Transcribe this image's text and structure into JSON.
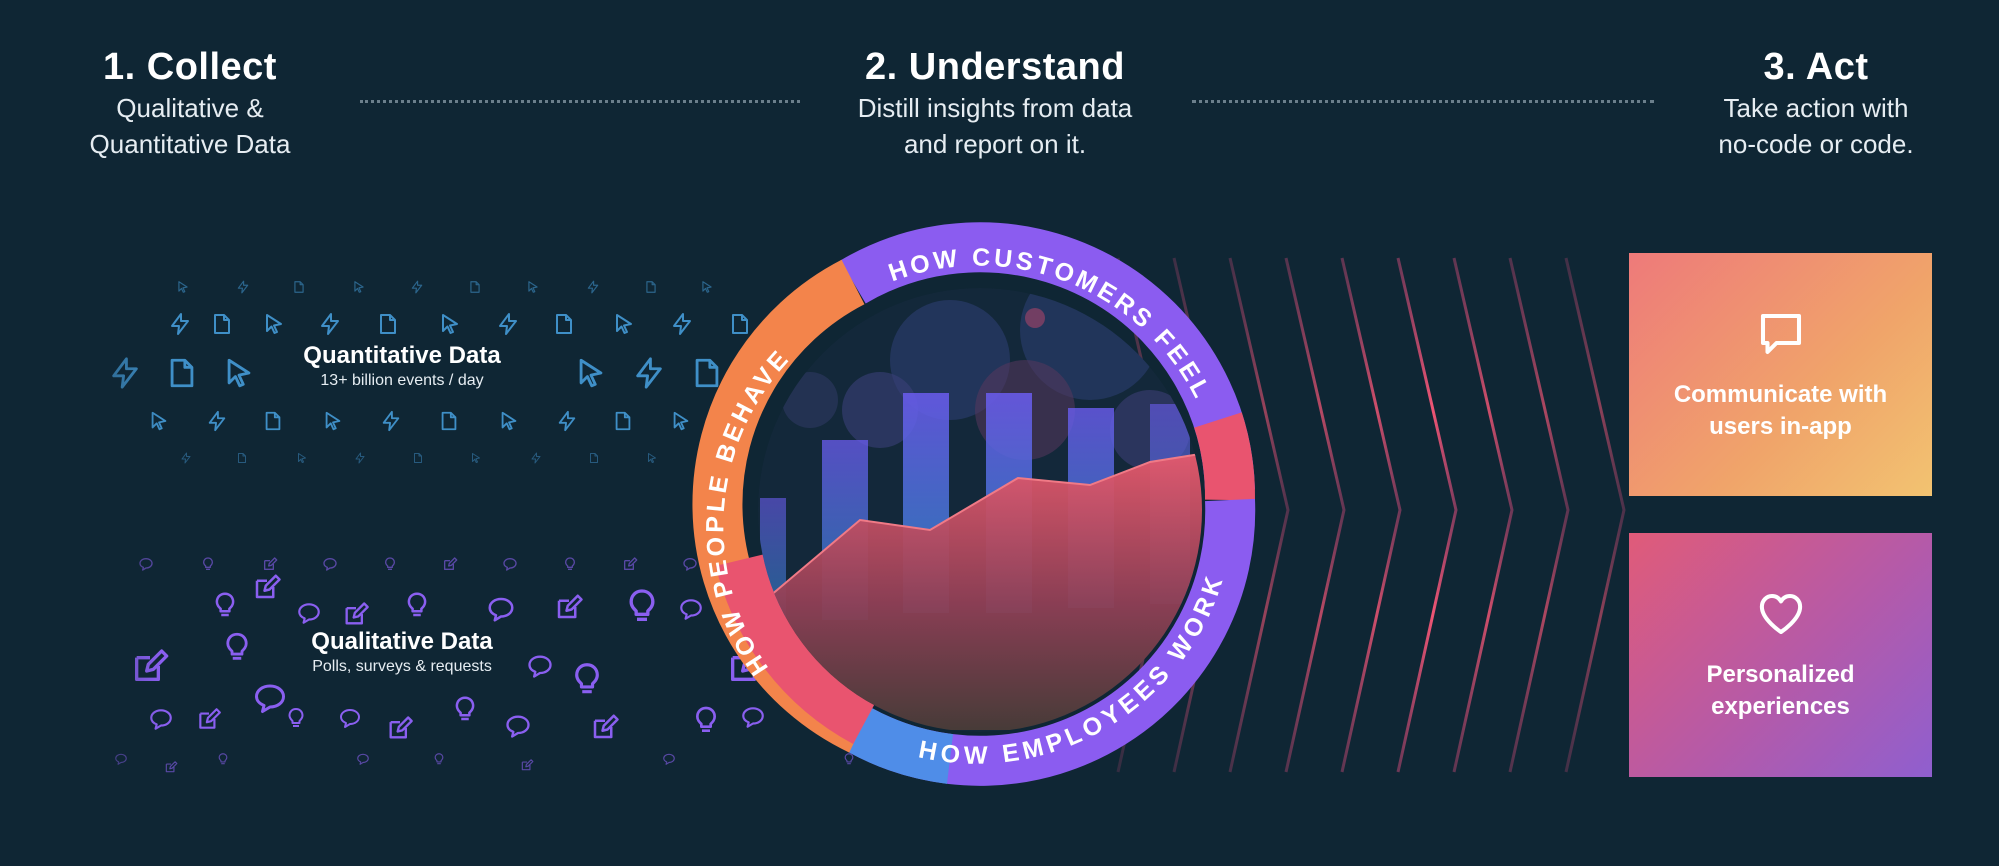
{
  "steps": [
    {
      "title": "1. Collect",
      "subtitle": "Qualitative &\nQuantitative Data"
    },
    {
      "title": "2. Understand",
      "subtitle": "Distill insights from data\nand report on it."
    },
    {
      "title": "3. Act",
      "subtitle": "Take action with\nno-code or code."
    }
  ],
  "quantitative": {
    "title": "Quantitative Data",
    "subtitle": "13+ billion events / day"
  },
  "qualitative": {
    "title": "Qualitative Data",
    "subtitle": "Polls, surveys & requests"
  },
  "ring_labels": {
    "top": "HOW CUSTOMERS FEEL",
    "left": "HOW PEOPLE BEHAVE",
    "bottom": "HOW EMPLOYEES WORK"
  },
  "cards": [
    {
      "text": "Communicate with\nusers in-app",
      "icon": "chat-bubble-icon"
    },
    {
      "text": "Personalized\nexperiences",
      "icon": "heart-icon"
    }
  ],
  "colors": {
    "background": "#0f2634",
    "quantitative_icons": "#3f8fc7",
    "qualitative_icons": "#8a5ff0",
    "chevrons": "#e0507a",
    "ring_orange": "#f3844b",
    "ring_purple": "#8b5cf0",
    "ring_pink": "#e9546f",
    "ring_blue": "#4f8de8"
  }
}
